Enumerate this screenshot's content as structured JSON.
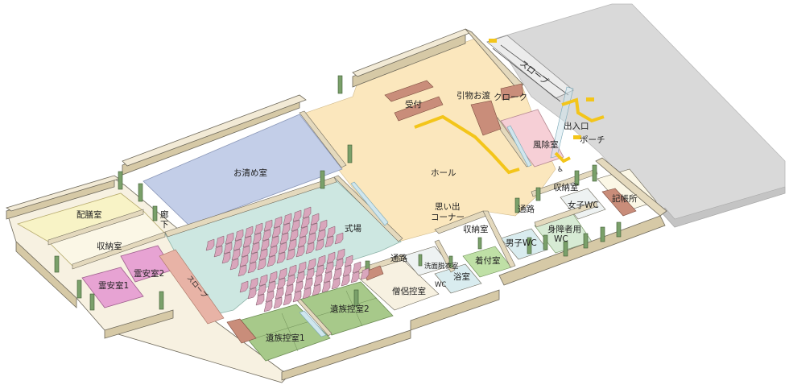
{
  "colors": {
    "hall": "#fbe7bd",
    "purification": "#c3cee8",
    "ceremony": "#cde7e1",
    "ritual_prep": "#f8f3c6",
    "storage": "#fbf7e6",
    "spirit_room": "#e7a3d3",
    "corridor": "#f7f1e1",
    "wind_room": "#f6cfd6",
    "tatami": "#a7c98a",
    "porch": "#d9d9d9",
    "guide_line": "#f3c51a"
  },
  "rooms": {
    "hall": "ホール",
    "reception": "受付",
    "gift_counter": "引物お渡",
    "cloak": "クローク",
    "entrance": "出入口",
    "porch": "ポーチ",
    "slope": "スロープ",
    "wind_room": "風除室",
    "purification": "お清め室",
    "ceremony": "式場",
    "memories": "思い出\nコーナー",
    "storage_a": "収納室",
    "storage_b": "収納室",
    "storage_c": "収納室",
    "ritual_prep": "配膳室",
    "corridor_short": "廊下",
    "corridor_a": "通路",
    "corridor_b": "通路",
    "spirit1": "霊安室1",
    "spirit2": "霊安室2",
    "slope_inner": "スロープ",
    "family1": "遺族控室1",
    "family2": "遺族控室2",
    "monk_room": "僧侶控室",
    "wash_room": "洗面脱衣室",
    "bath": "浴室",
    "wc_small": "WC",
    "dressing": "着付室",
    "mens_wc": "男子WC",
    "womens_wc": "女子WC",
    "accessible_wc": "身障者用\nWC",
    "register": "記帳所"
  }
}
